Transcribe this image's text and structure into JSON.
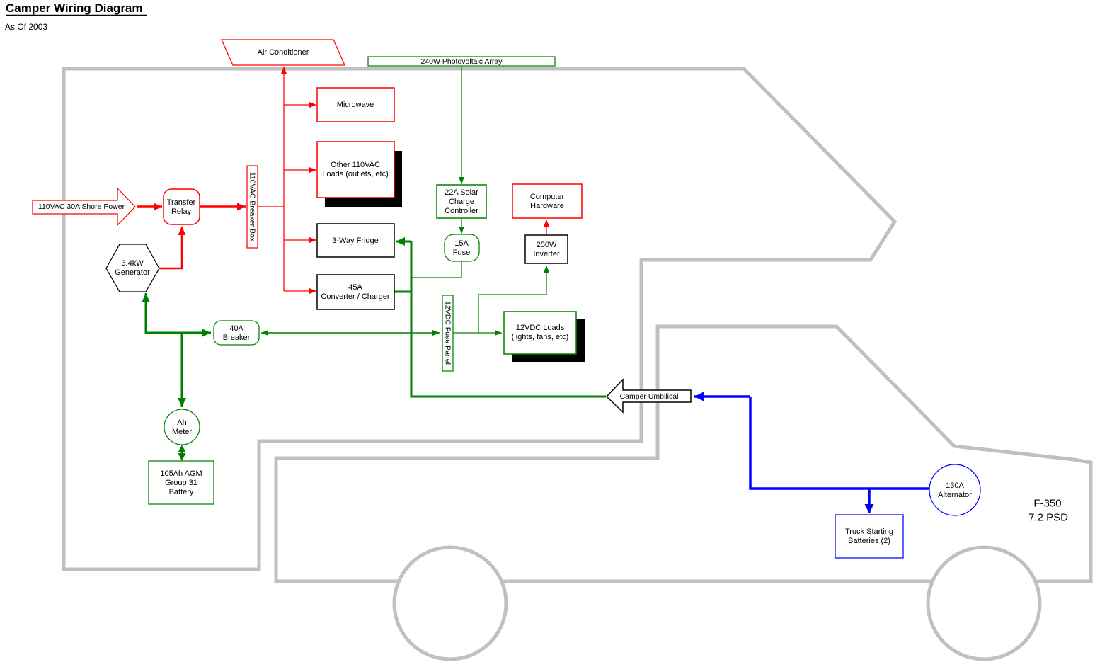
{
  "page": {
    "title": "Camper Wiring Diagram",
    "subtitle": "As Of 2003"
  },
  "colors": {
    "ac_110vac_circuit": "#ff0000",
    "dc_12vdc_circuit": "#008000",
    "truck_dc_circuit": "#0000ff",
    "vehicle_outline": "#c0c0c0",
    "shadow": "#000000",
    "text": "#000000",
    "background": "#ffffff"
  },
  "truck": {
    "model_line1": "F-350",
    "model_line2": "7.2 PSD"
  },
  "nodes": {
    "shore_power": {
      "label": "110VAC 30A Shore Power"
    },
    "transfer_relay": {
      "line1": "Transfer",
      "line2": "Relay"
    },
    "breaker_box_110vac": {
      "label": "110VAC Breaker Box"
    },
    "generator": {
      "line1": "3.4kW",
      "line2": "Generator"
    },
    "air_conditioner": {
      "label": "Air Conditioner"
    },
    "microwave": {
      "label": "Microwave"
    },
    "other_110vac_loads": {
      "line1": "Other 110VAC",
      "line2": "Loads (outlets, etc)"
    },
    "fridge": {
      "label": "3-Way Fridge"
    },
    "converter_charger": {
      "line1": "45A",
      "line2": "Converter / Charger"
    },
    "pv_array": {
      "label": "240W Photovoltaic Array"
    },
    "solar_charge_controller": {
      "line1": "22A Solar",
      "line2": "Charge",
      "line3": "Controller"
    },
    "fuse_15a": {
      "line1": "15A",
      "line2": "Fuse"
    },
    "computer_hardware": {
      "line1": "Computer",
      "line2": "Hardware"
    },
    "inverter": {
      "line1": "250W",
      "line2": "Inverter"
    },
    "fuse_panel_12vdc": {
      "label": "12VDC Fuse Panel"
    },
    "loads_12vdc": {
      "line1": "12VDC Loads",
      "line2": "(lights, fans, etc)"
    },
    "breaker_40a": {
      "line1": "40A",
      "line2": "Breaker"
    },
    "ah_meter": {
      "line1": "Ah",
      "line2": "Meter"
    },
    "battery": {
      "line1": "105Ah AGM",
      "line2": "Group 31",
      "line3": "Battery"
    },
    "camper_umbilical": {
      "label": "Camper Umbilical"
    },
    "alternator": {
      "line1": "130A",
      "line2": "Alternator"
    },
    "truck_batteries": {
      "line1": "Truck Starting",
      "line2": "Batteries (2)"
    }
  }
}
